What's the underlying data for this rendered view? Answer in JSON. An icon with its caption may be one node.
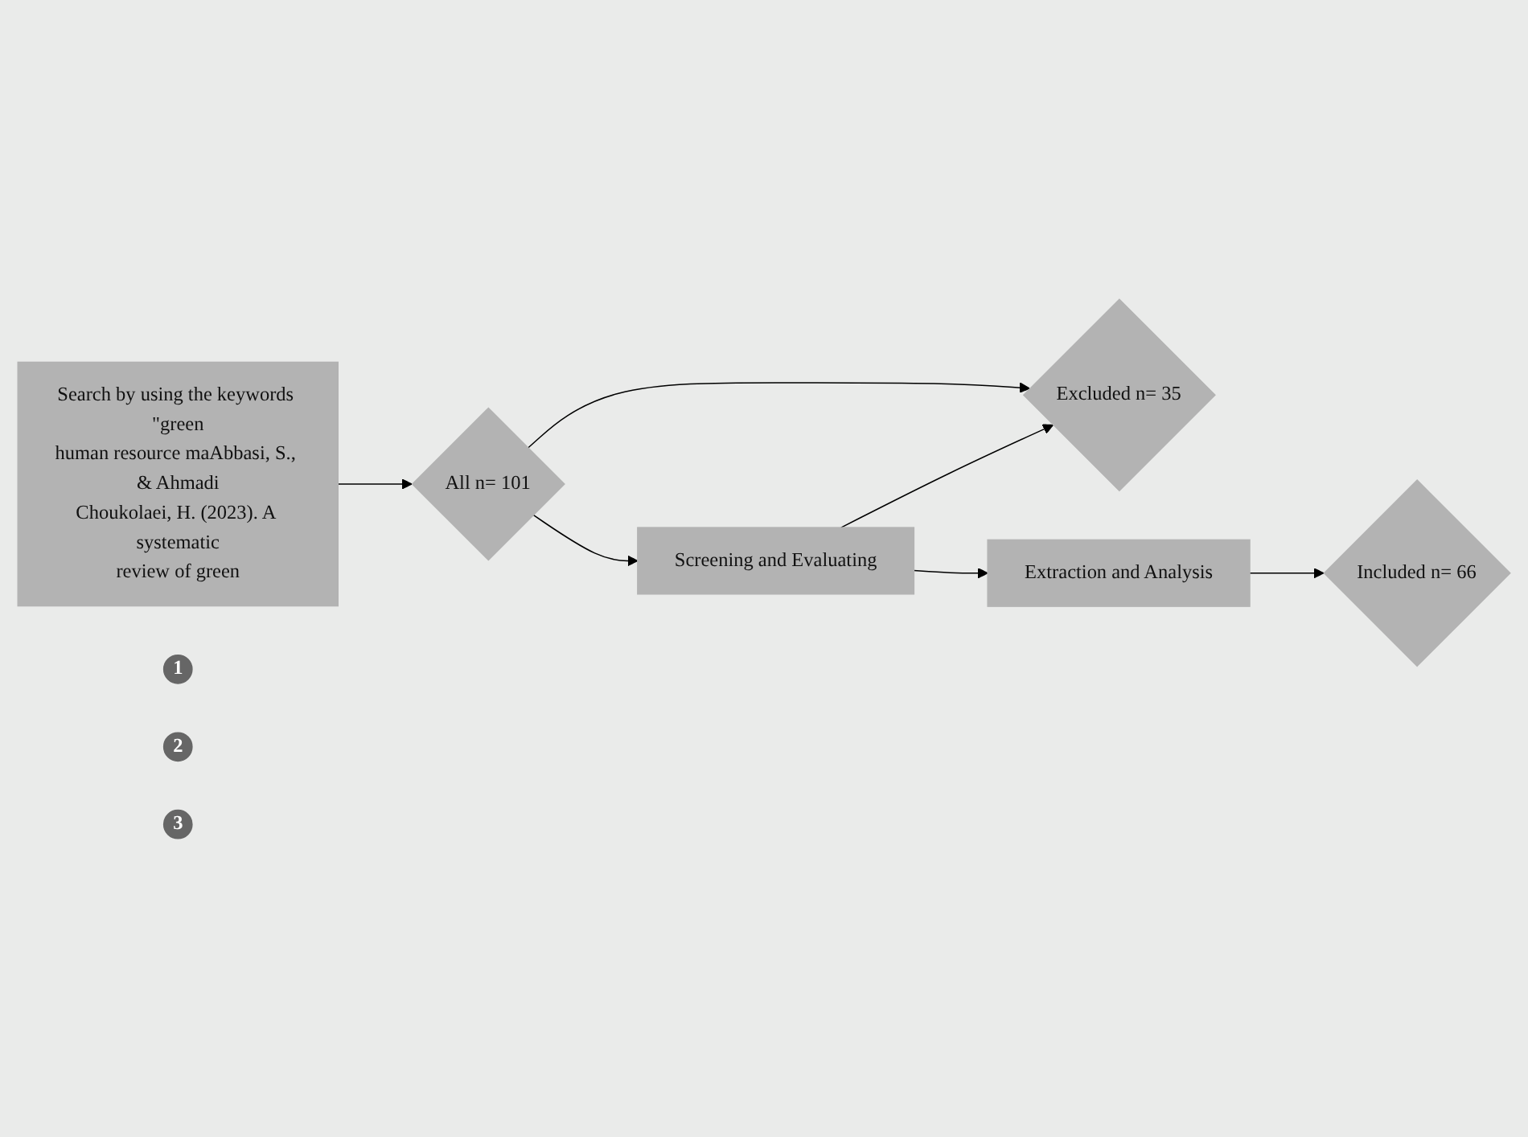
{
  "diagram": {
    "nodes": [
      {
        "text": [
          "Search by using the keywords \"green human resource maAbbasi, S., & Ahmadi Choukolaei, H. (2023). A systematic review of green"
        ]
      },
      {
        "text": [
          "All n= 101"
        ]
      },
      {
        "text": [
          "1"
        ]
      },
      {
        "text": [
          "2"
        ]
      },
      {
        "text": [
          "Screening and Evaluating"
        ]
      },
      {
        "text": [
          "Excluded n= 35"
        ]
      },
      {
        "text": [
          "3"
        ]
      },
      {
        "text": [
          "Extraction and Analysis"
        ]
      },
      {
        "text": [
          "Included n= 66"
        ]
      }
    ],
    "edges": [
      {
        "from": 0,
        "to": 1,
        "arrow": "to"
      },
      {
        "from": 1,
        "to": 4,
        "arrow": "to"
      },
      {
        "from": 1,
        "to": 5,
        "arrow": "to"
      },
      {
        "from": 4,
        "to": 5,
        "arrow": "to"
      },
      {
        "from": 4,
        "to": 7,
        "arrow": "to"
      },
      {
        "from": 7,
        "to": 8,
        "arrow": "to"
      }
    ]
  }
}
